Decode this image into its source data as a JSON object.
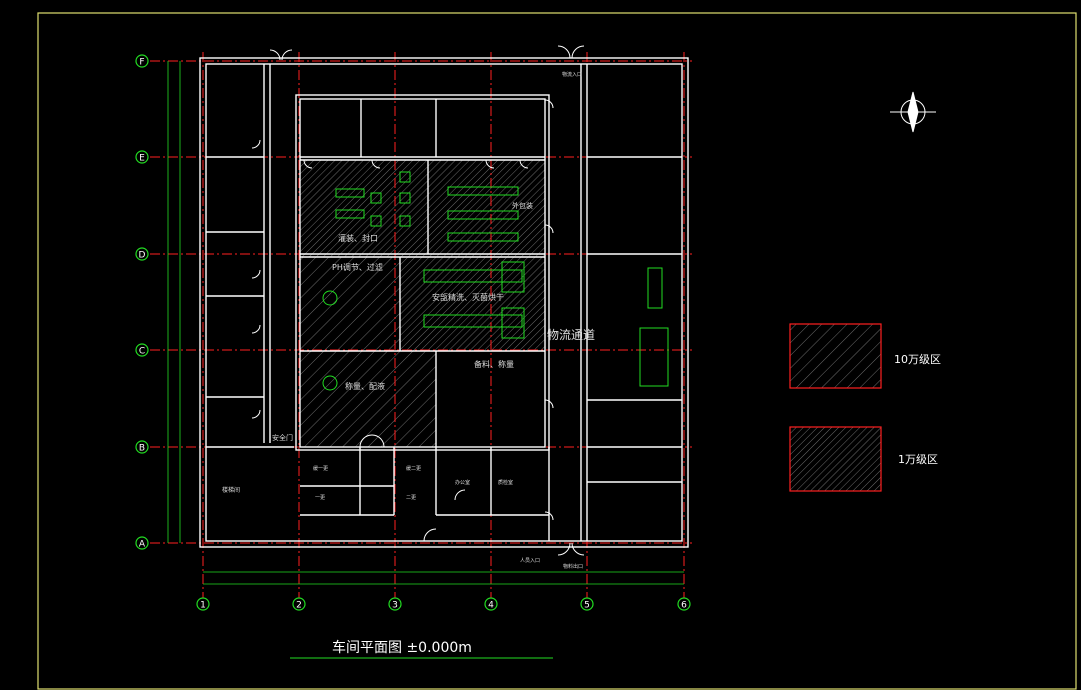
{
  "title": "车间平面图 ±0.000m",
  "grid_rows": [
    "F",
    "E",
    "D",
    "C",
    "B",
    "A"
  ],
  "grid_cols": [
    "1",
    "2",
    "3",
    "4",
    "5",
    "6"
  ],
  "room_labels": {
    "weigh": "灌装、封口",
    "ph": "PH调节、过滤",
    "dosing": "安瓿精洗、灭菌烘干",
    "logistics": "物流通道",
    "outer_pack": "外包装",
    "prep": "称量、配液",
    "mat": "备料、称量",
    "safety_door": "安全门",
    "stair": "楼梯间",
    "airlock1": "缓一更",
    "airlock2": "缓二更",
    "change1": "一更",
    "change2": "二更",
    "office_a": "办公室",
    "office_b": "质检室",
    "corridor_entry": "人员入口",
    "goods_entry": "物流入口",
    "goods_exit": "物料出口"
  },
  "legend": [
    {
      "label": "10万级区",
      "pattern": "sparse"
    },
    {
      "label": "1万级区",
      "pattern": "dense"
    }
  ],
  "colors": {
    "wall": "#ffffff",
    "gridline": "#ff2020",
    "grid_bubble": "#22dd22",
    "equipment": "#22dd22",
    "dimension": "#22dd22",
    "frame": "#e0e070",
    "legend_border": "#ff2020"
  }
}
